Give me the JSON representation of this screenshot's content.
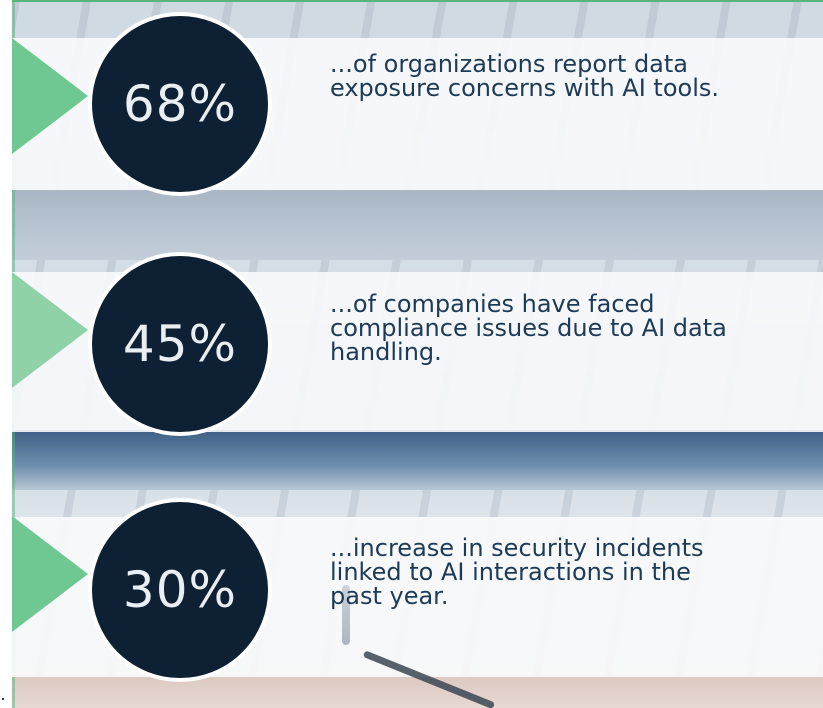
{
  "stats": [
    {
      "value": "68%",
      "text": "...of organizations report data exposure concerns with AI tools."
    },
    {
      "value": "45%",
      "text": "...of companies have faced compliance issues due to AI data handling."
    },
    {
      "value": "30%",
      "text": "...increase in security incidents linked to AI interactions in the past year."
    }
  ],
  "colors": {
    "circle": "#0e2033",
    "accent": "#5fc084",
    "text": "#1d3a56"
  }
}
